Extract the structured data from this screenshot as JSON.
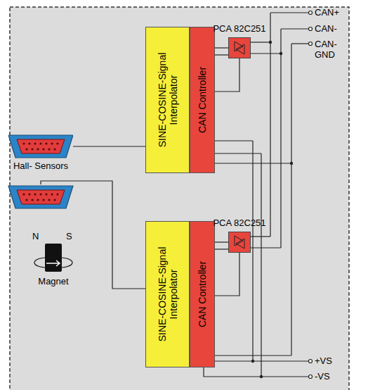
{
  "diagram": {
    "nodes": [
      {
        "text": [
          "SINE-COSINE-Signal Interpolator"
        ]
      },
      {
        "text": [
          "CAN Controller"
        ]
      },
      {
        "text": [
          "PCA 82C251"
        ]
      },
      {
        "text": [
          "Hall- Sensors"
        ]
      },
      {
        "text": [
          "SINE-COSINE-Signal Interpolator"
        ]
      },
      {
        "text": [
          "CAN Controller"
        ]
      },
      {
        "text": [
          "PCA 82C251"
        ]
      },
      {
        "text": [
          "N",
          "S",
          "Magnet"
        ]
      }
    ],
    "edges": [
      {
        "from": 3,
        "to": 0,
        "arrow": "none"
      },
      {
        "from": 1,
        "to": 2,
        "arrow": "none"
      },
      {
        "from": 5,
        "to": 6,
        "arrow": "none"
      }
    ],
    "labels": [
      "CAN+",
      "CAN-",
      "CAN- GND",
      "+VS",
      "-VS"
    ]
  }
}
